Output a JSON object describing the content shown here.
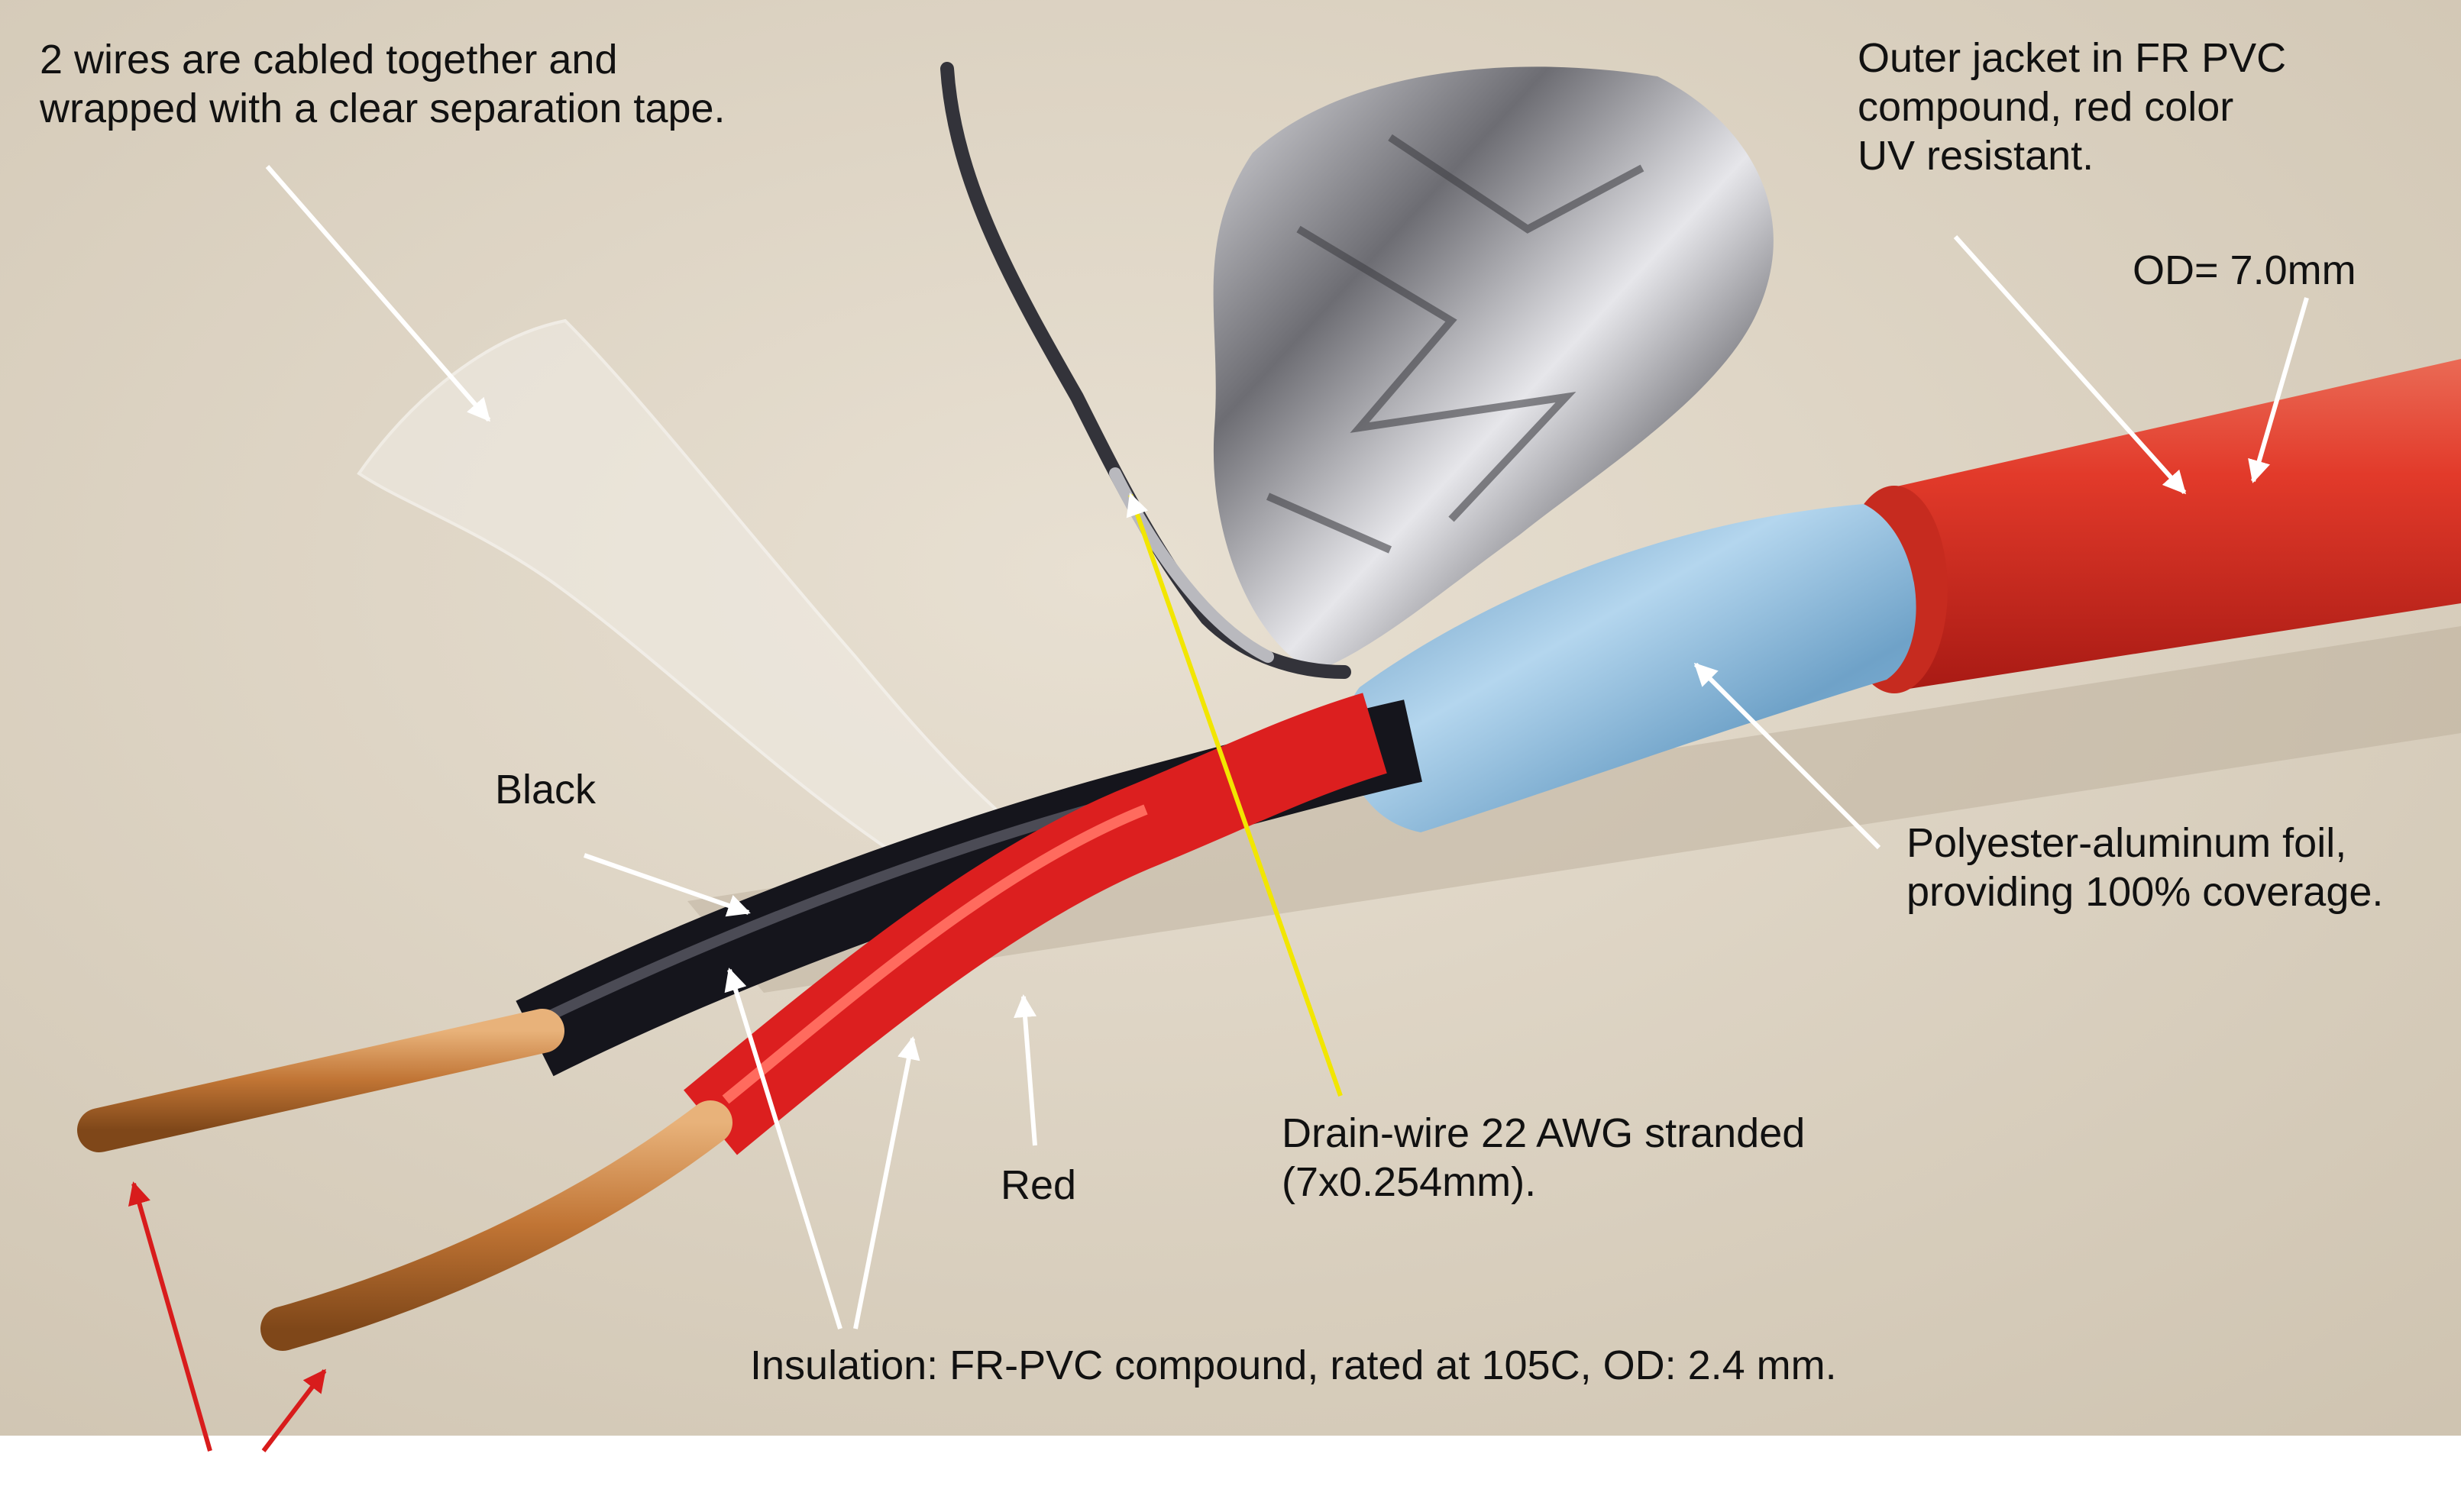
{
  "colors": {
    "background": "#ddd4c4",
    "jacket": "#e23a2a",
    "red_insulation": "#dc1f1f",
    "black_insulation": "#15151c",
    "copper": "#c57a3c",
    "foil_blue": "#7fb3d6",
    "foil_silver": "#a9a9ad",
    "arrow_white": "#ffffff",
    "arrow_yellow": "#f2e600",
    "arrow_red": "#d81c1c",
    "label_text": "#111111"
  },
  "labels": {
    "separation_tape": [
      "2 wires are cabled together and",
      "wrapped with a clear separation tape."
    ],
    "outer_jacket": [
      "Outer jacket in FR PVC",
      "compound, red color",
      "UV resistant."
    ],
    "od": "OD= 7.0mm",
    "black": "Black",
    "red": "Red",
    "foil": [
      "Polyester-aluminum foil,",
      "providing 100% coverage."
    ],
    "drain_wire": [
      "Drain-wire 22 AWG stranded",
      "(7x0.254mm)."
    ],
    "insulation": "Insulation: FR-PVC compound, rated at 105C, OD: 2.4 mm."
  }
}
